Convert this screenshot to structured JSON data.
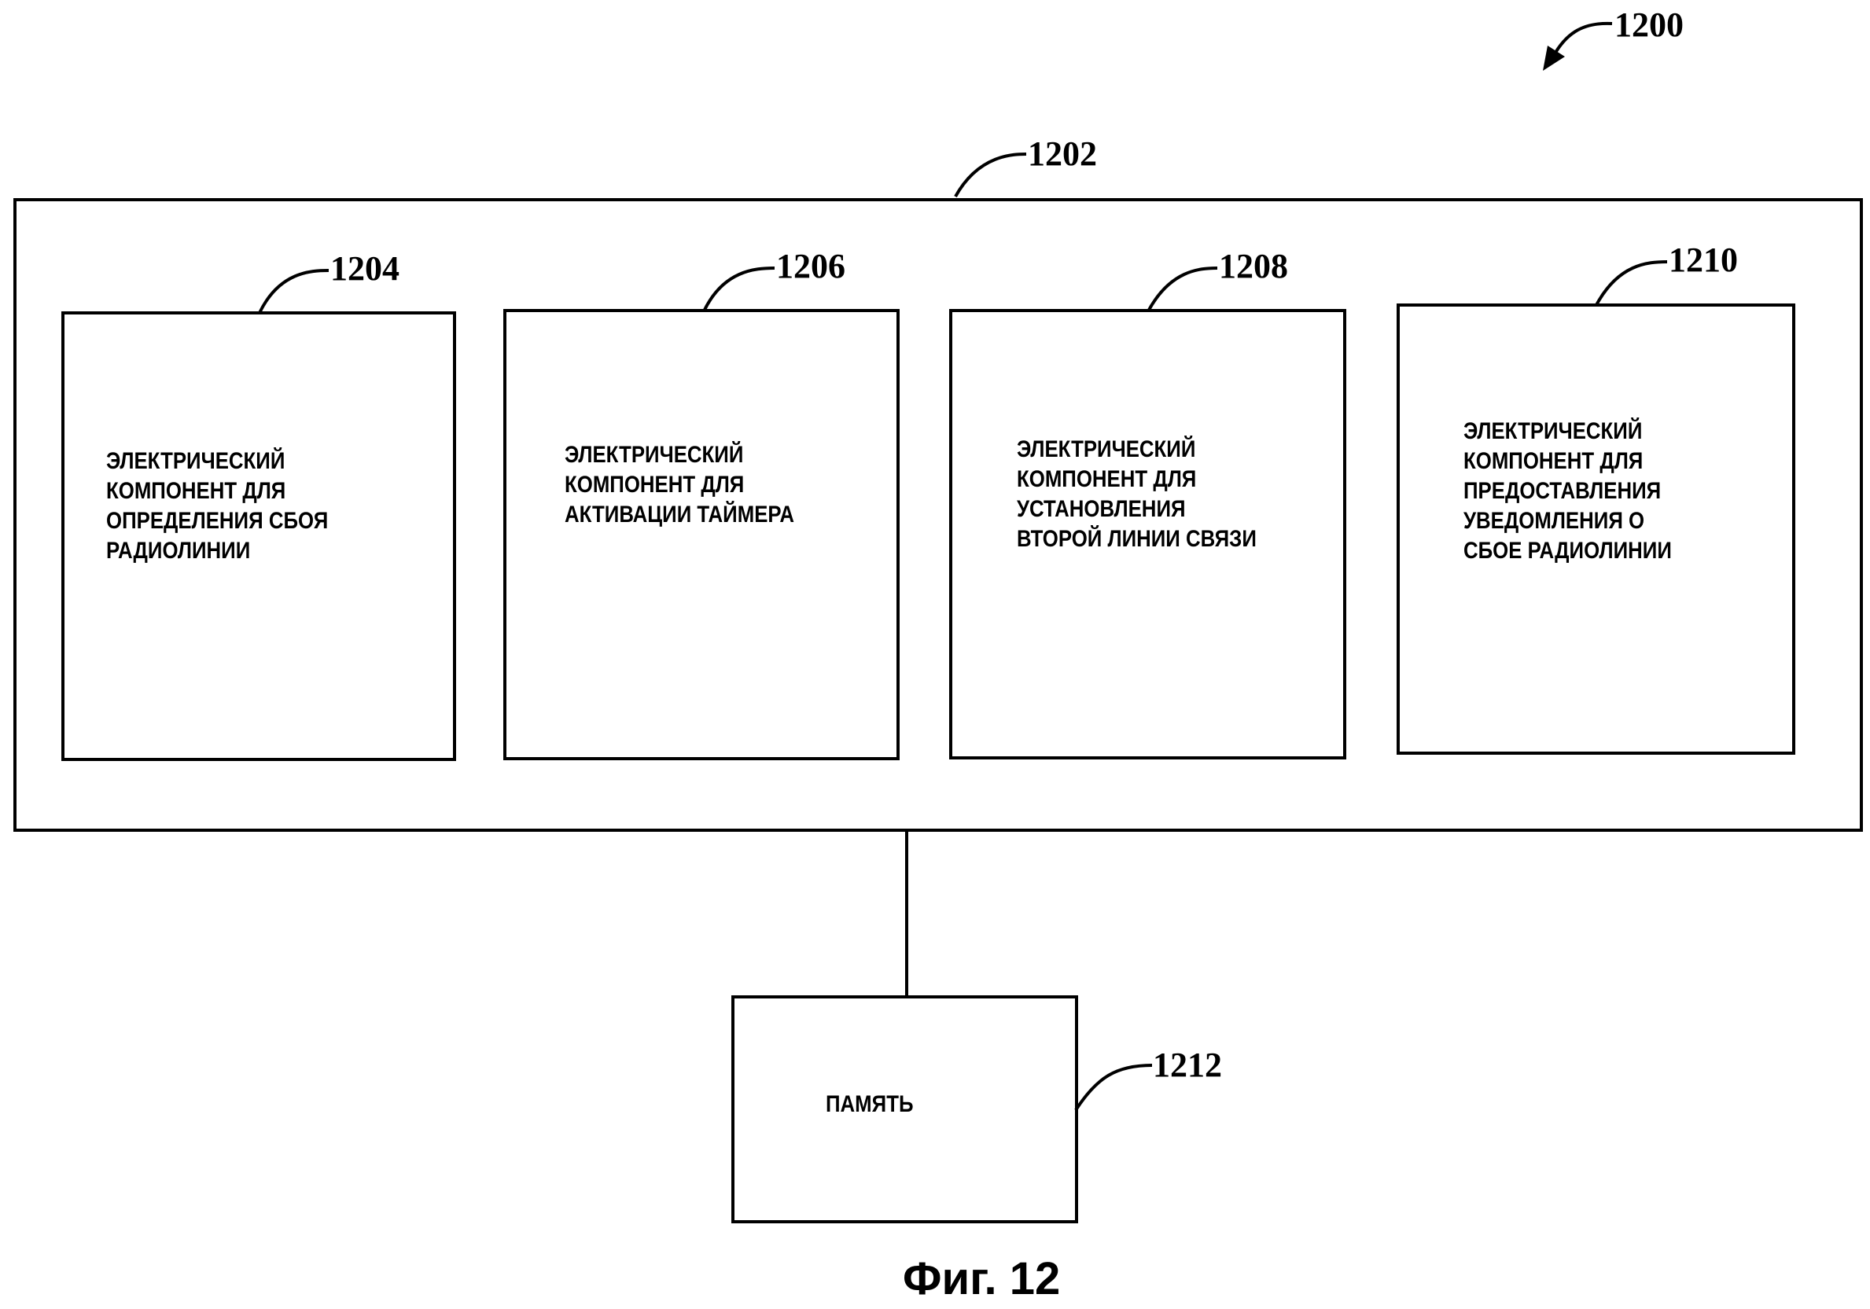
{
  "figure": {
    "ref": "1200",
    "caption": "Фиг. 12"
  },
  "outer_block": {
    "ref": "1202"
  },
  "components": [
    {
      "ref": "1204",
      "label": "ЭЛЕКТРИЧЕСКИЙ\nКОМПОНЕНТ ДЛЯ\nОПРЕДЕЛЕНИЯ СБОЯ\nРАДИОЛИНИИ"
    },
    {
      "ref": "1206",
      "label": "ЭЛЕКТРИЧЕСКИЙ\nКОМПОНЕНТ ДЛЯ\nАКТИВАЦИИ  ТАЙМЕРА"
    },
    {
      "ref": "1208",
      "label": "ЭЛЕКТРИЧЕСКИЙ\nКОМПОНЕНТ ДЛЯ\nУСТАНОВЛЕНИЯ\nВТОРОЙ ЛИНИИ СВЯЗИ"
    },
    {
      "ref": "1210",
      "label": "ЭЛЕКТРИЧЕСКИЙ\nКОМПОНЕНТ ДЛЯ\nПРЕДОСТАВЛЕНИЯ\nУВЕДОМЛЕНИЯ О\nСБОЕ РАДИОЛИНИИ"
    }
  ],
  "memory": {
    "ref": "1212",
    "label": "ПАМЯТЬ"
  }
}
